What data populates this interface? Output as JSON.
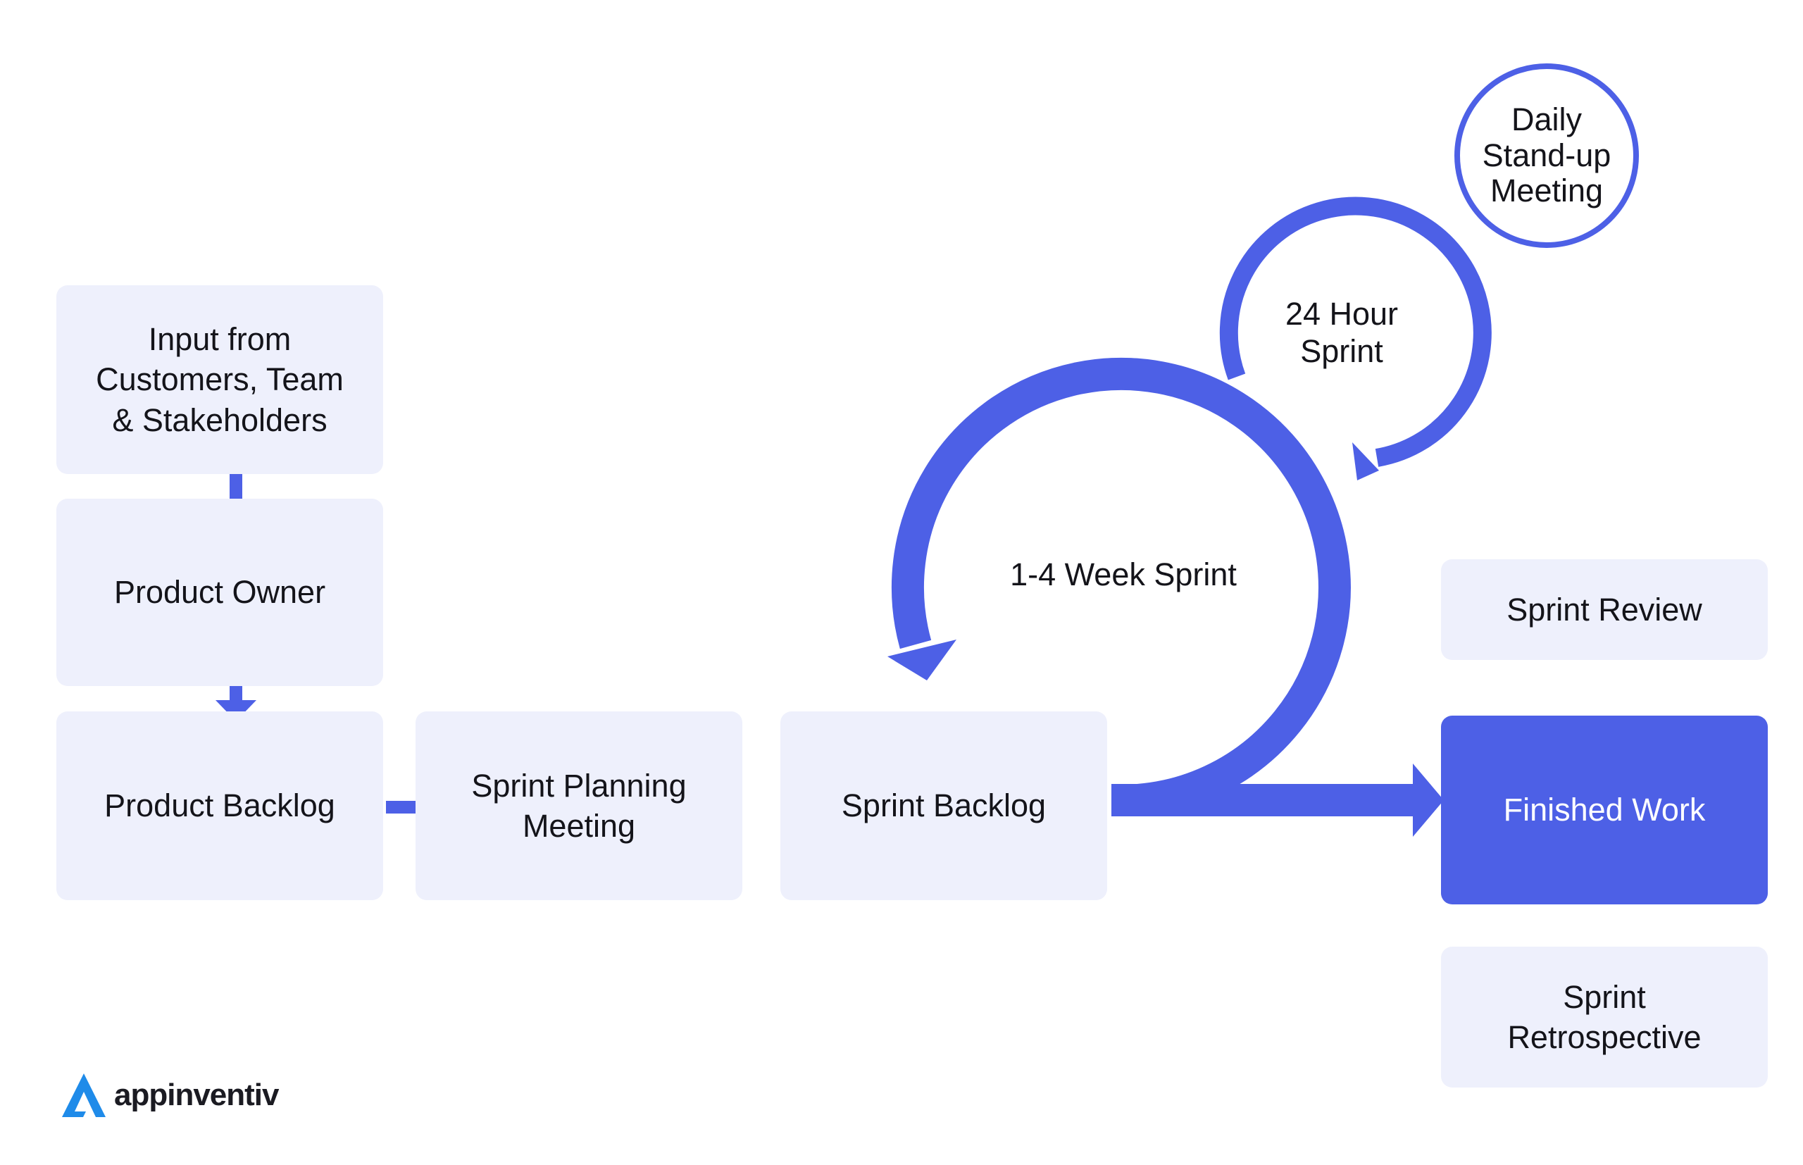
{
  "colors": {
    "accent": "#4d60e6",
    "box_fill": "#eef0fc",
    "logo_accent": "#1f8be9",
    "text": "#14141a"
  },
  "nodes": {
    "input": "Input from\nCustomers, Team\n& Stakeholders",
    "product_owner": "Product Owner",
    "product_backlog": "Product Backlog",
    "sprint_planning": "Sprint Planning\nMeeting",
    "sprint_backlog": "Sprint Backlog",
    "sprint_review": "Sprint Review",
    "finished_work": "Finished Work",
    "sprint_retrospective": "Sprint\nRetrospective"
  },
  "loops": {
    "week_sprint": "1-4 Week Sprint",
    "hour_sprint": "24 Hour\nSprint",
    "daily_standup": "Daily\nStand-up\nMeeting"
  },
  "logo": {
    "name": "appinventiv",
    "icon": "appinventiv-logo-icon"
  }
}
